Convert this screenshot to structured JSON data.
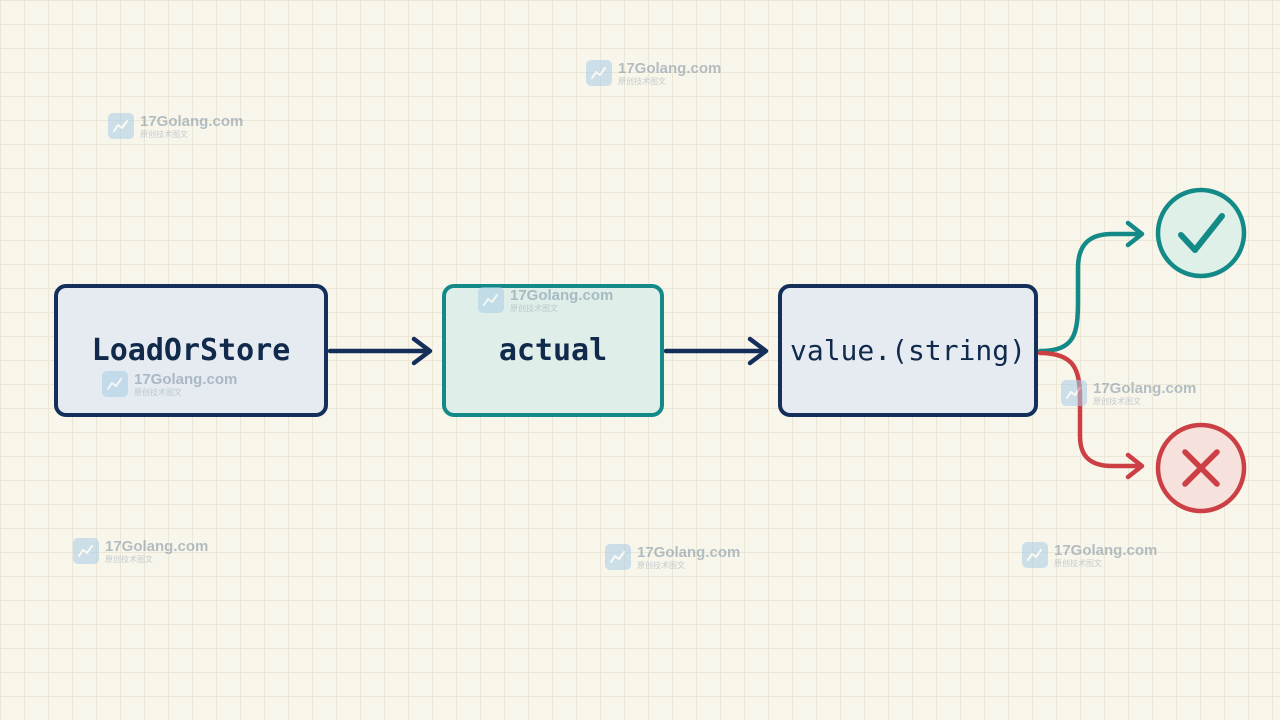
{
  "diagram": {
    "nodes": {
      "load_or_store": "LoadOrStore",
      "actual": "actual",
      "type_assert": "value.(string)"
    },
    "outcomes": {
      "success_icon": "check-icon",
      "failure_icon": "x-icon"
    }
  },
  "colors": {
    "navy": "#14305a",
    "teal": "#138a88",
    "red": "#cc3f44",
    "node_fill_blue": "#e5ebf1",
    "node_fill_teal": "#dfeee9",
    "background": "#f8f5ea"
  },
  "watermark": {
    "site": "17Golang.com",
    "tagline": "原创技术图文",
    "logo_icon": "chart-logo-icon"
  }
}
